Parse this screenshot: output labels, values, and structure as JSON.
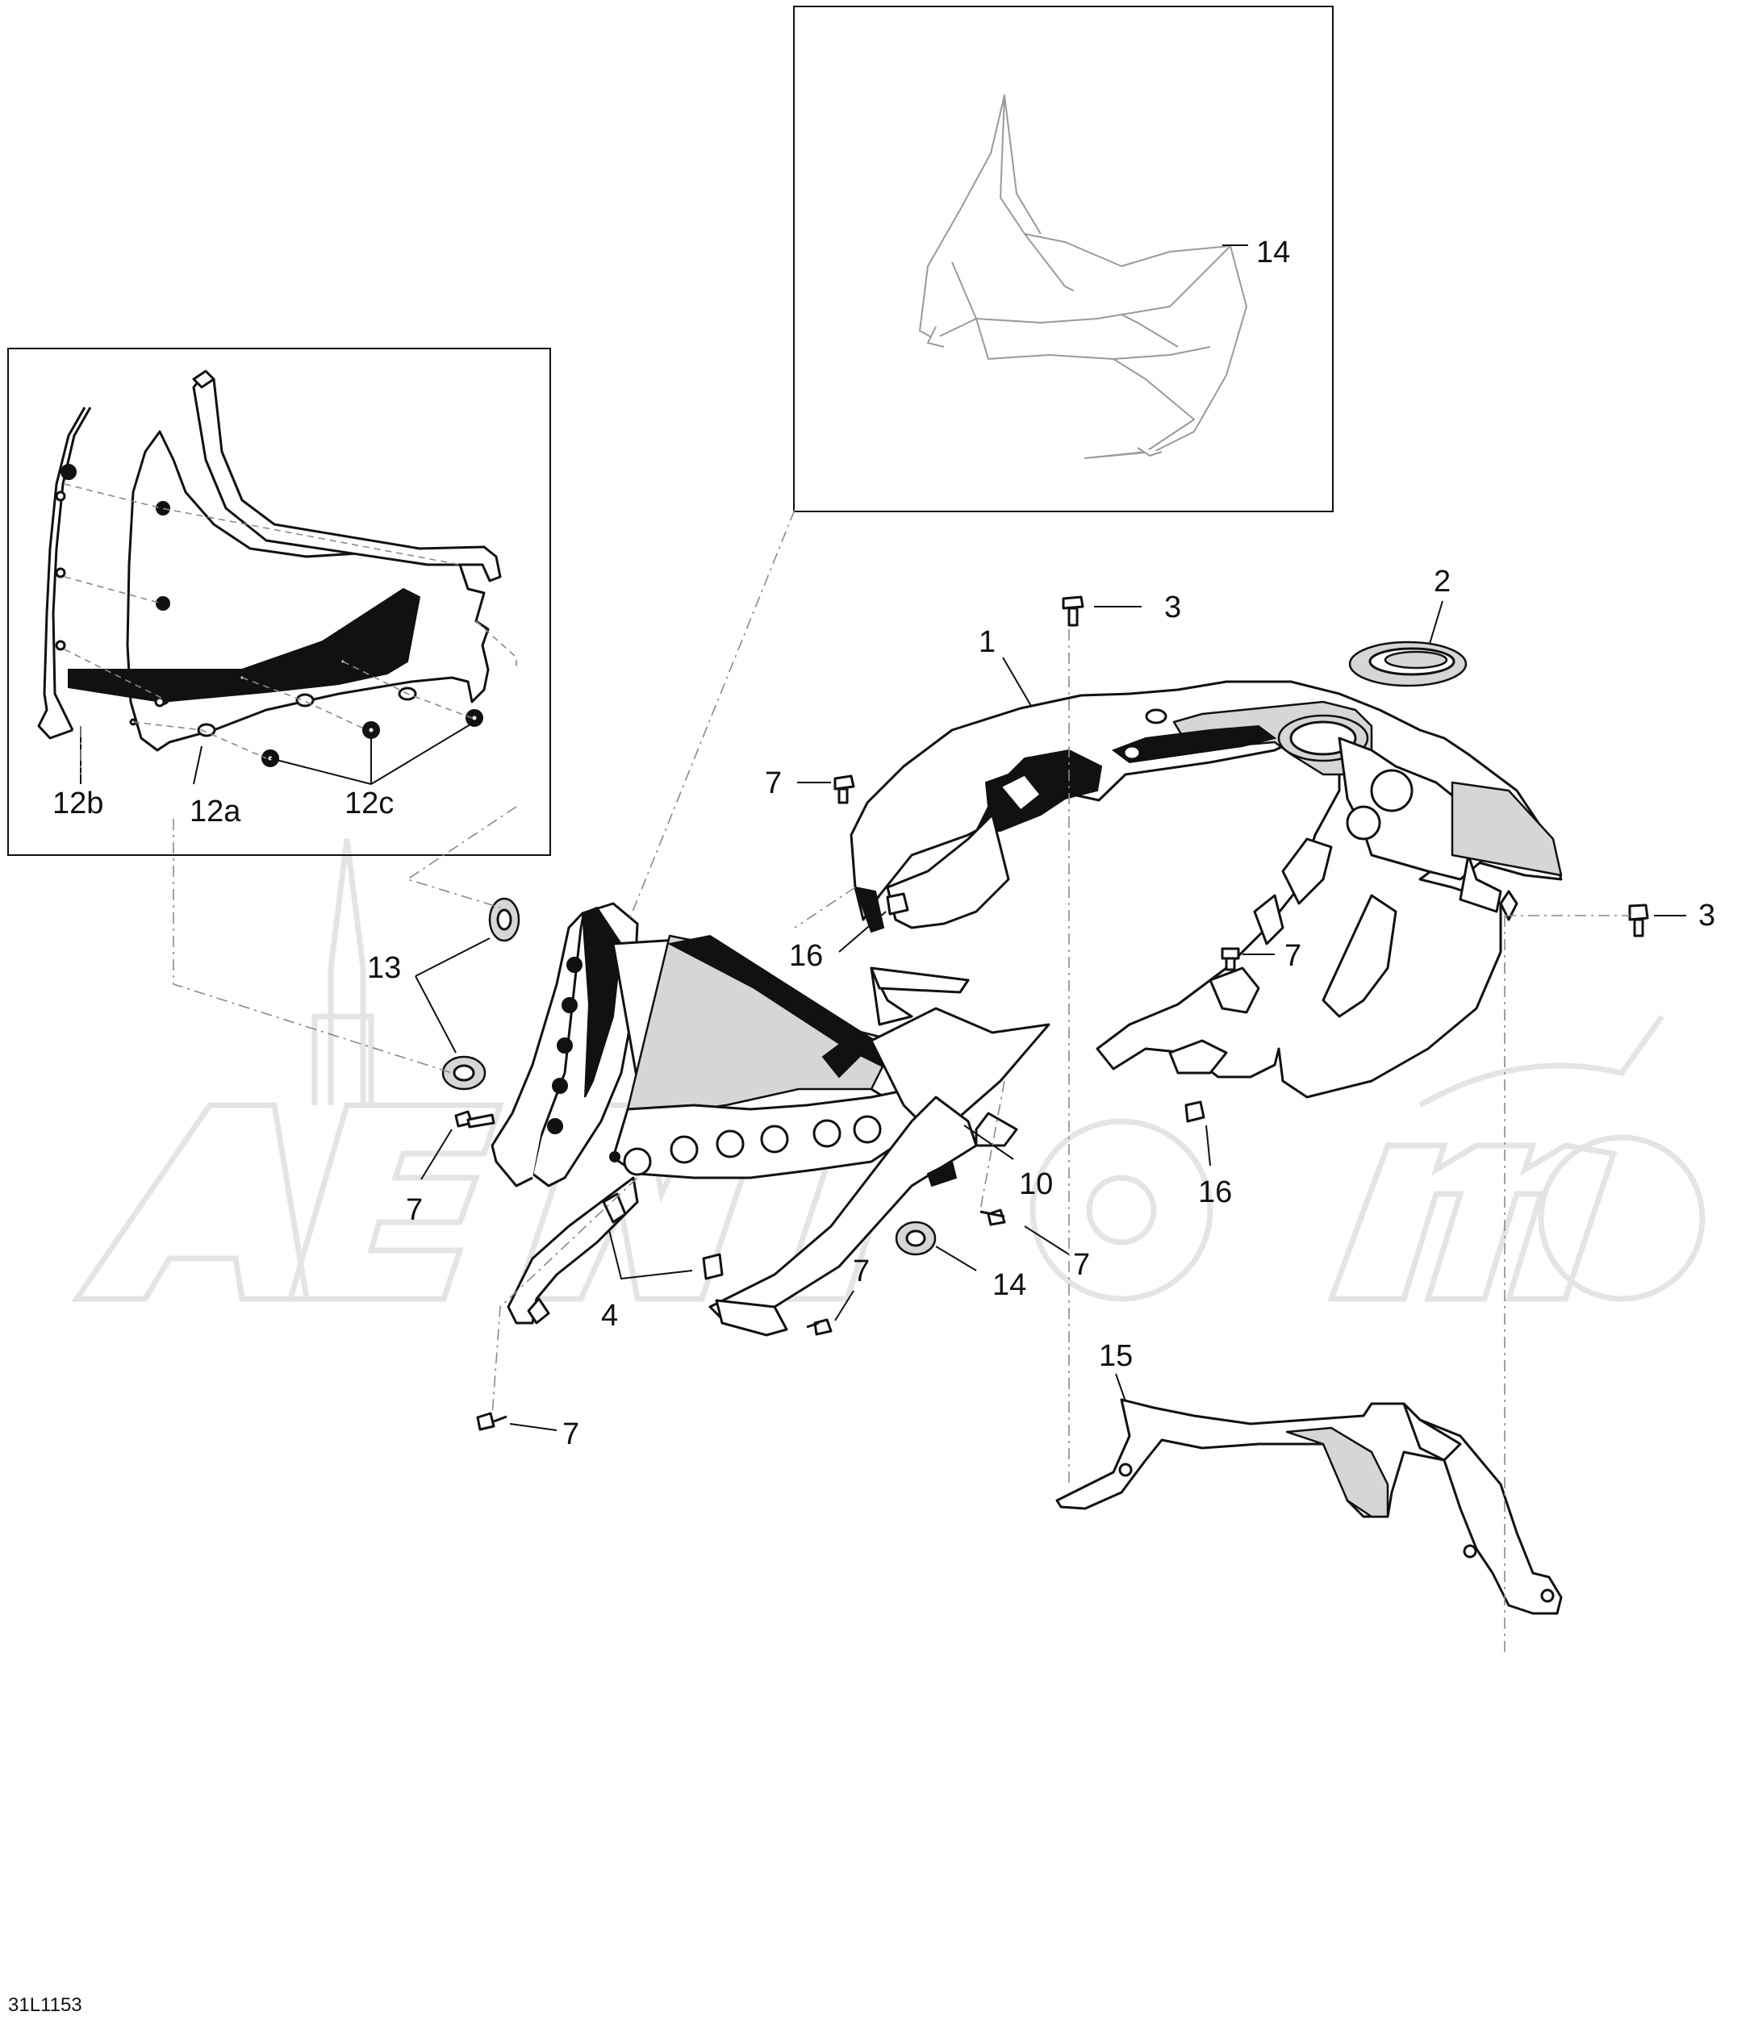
{
  "drawing_code": "31L1153",
  "callouts": {
    "c1": "1",
    "c2": "2",
    "c3a": "3",
    "c3b": "3",
    "c4": "4",
    "c7a": "7",
    "c7b": "7",
    "c7c": "7",
    "c7d": "7",
    "c7e": "7",
    "c7f": "7",
    "c10": "10",
    "c12a": "12a",
    "c12b": "12b",
    "c12c": "12c",
    "c13": "13",
    "c14a": "14",
    "c14b": "14",
    "c15": "15",
    "c16a": "16",
    "c16b": "16"
  },
  "colors": {
    "line": "#111111",
    "watermark": "#e4e4e4",
    "dash": "#8a8a8a"
  }
}
